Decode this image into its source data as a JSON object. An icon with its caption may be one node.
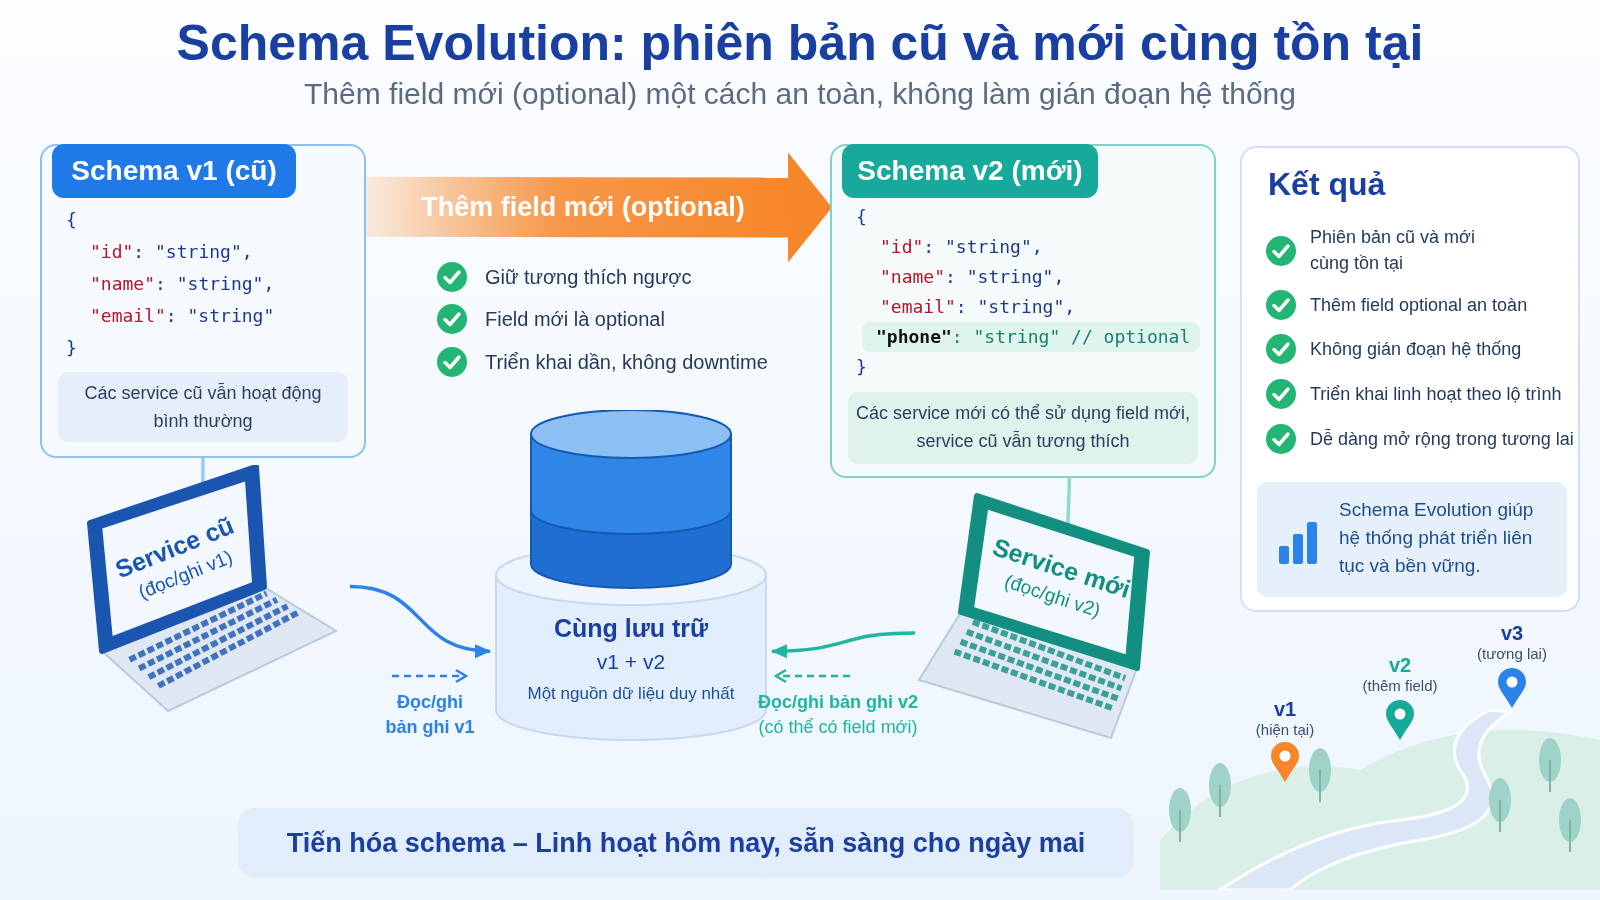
{
  "diagram": {
    "title": "Schema Evolution: phiên bản cũ và mới cùng tồn tại",
    "nodes": [
      {
        "text": [
          "Schema v1 (cũ)",
          "{",
          "\"id\": \"string\",",
          "\"name\": \"string\",",
          "\"email\": \"string\"",
          "}",
          "Các service cũ vẫn hoạt động bình thường"
        ]
      },
      {
        "text": [
          "Schema v2 (mới)",
          "{",
          "\"id\": \"string\",",
          "\"name\": \"string\",",
          "\"email\": \"string\",",
          "\"phone\": \"string\" // optional",
          "}",
          "Các service mới có thể sử dụng field mới, service cũ vẫn tương thích"
        ]
      },
      {
        "text": [
          "Kết quả",
          "Phiên bản cũ và mới cùng tồn tại",
          "Thêm field optional an toàn",
          "Không gián đoạn hệ thống",
          "Triển khai linh hoạt theo lộ trình",
          "Dễ dàng mở rộng trong tương lai"
        ]
      },
      {
        "text": [
          "Schema Evolution giúp hệ thống phát triển liên tục và bền vững."
        ],
        "in": 2
      },
      {
        "text": [
          "Service cũ",
          "(đọc/ghi v1)"
        ]
      },
      {
        "text": [
          "Cùng lưu trữ",
          "v1 + v2",
          "Một nguồn dữ liệu duy nhất"
        ]
      },
      {
        "text": [
          "Service mới",
          "(đọc/ghi v2)"
        ]
      },
      {
        "text": [
          "Tiến hóa schema – Linh hoạt hôm nay, sẵn sàng cho ngày mai"
        ]
      }
    ],
    "edges": [
      {
        "from": 0,
        "to": 1,
        "arrow": "to",
        "label": "Thêm field mới (optional)",
        "style": "thick",
        "color": "#f7862a"
      },
      {
        "from": 0,
        "to": 4,
        "arrow": "none",
        "color": "#9cc9f0"
      },
      {
        "from": 1,
        "to": 6,
        "arrow": "none",
        "color": "#8fd8cc"
      },
      {
        "from": 4,
        "to": 5,
        "arrow": "to",
        "label": "Đọc/ghi bản ghi v1",
        "color": "#2b83e8"
      },
      {
        "from": 6,
        "to": 5,
        "arrow": "to",
        "label": "**Đọc/ghi bản ghi v2** (có thể có field mới)",
        "color": "#1fb59f"
      }
    ],
    "labels": [
      "Thêm field mới (optional) một cách an toàn, không làm gián đoạn hệ thống",
      "Giữ tương thích ngược",
      "Field mới là optional",
      "Triển khai dần, không downtime",
      "v3",
      "(tương lai)",
      "v2",
      "(thêm field)",
      "v1",
      "(hiện tại)"
    ]
  }
}
